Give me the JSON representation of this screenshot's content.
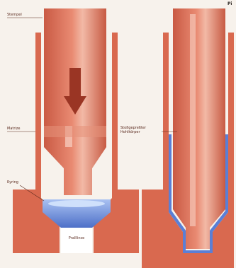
{
  "header": {
    "corner_text": "Pi"
  },
  "labels": {
    "stempel": "Stempel",
    "matrize": "Matrize",
    "formring": "Ryring",
    "pressling": "Pralllinse",
    "hohlkoerper": "Stoßgepreßter Hohlkörper"
  },
  "colors": {
    "background": "#f7f2ec",
    "metal": "#d9694f",
    "metal_light": "#eeb6a3",
    "metal_dark": "#a9402c",
    "blank": "#5a7fd6",
    "blank_light": "#a9c1f2",
    "pressling_box": "#ffffff",
    "label_text": "#5a2a1e"
  }
}
